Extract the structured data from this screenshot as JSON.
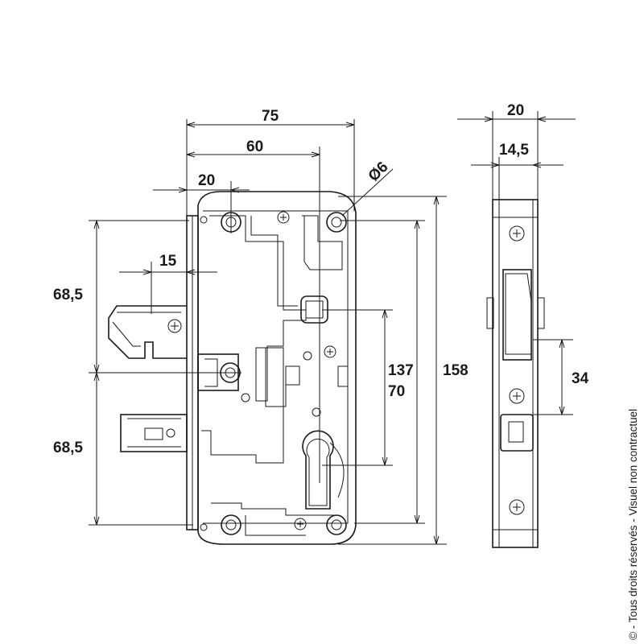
{
  "dimensions": {
    "width_75": "75",
    "width_60": "60",
    "width_20": "20",
    "diameter_6": "Ø6",
    "offset_15": "15",
    "upper_68_5": "68,5",
    "lower_68_5": "68,5",
    "height_137": "137",
    "height_70": "70",
    "height_158": "158",
    "side_width_20": "20",
    "side_width_14_5": "14,5",
    "side_34": "34"
  },
  "copyright": "© - Tous droits réservés - Visuel non contractuel"
}
